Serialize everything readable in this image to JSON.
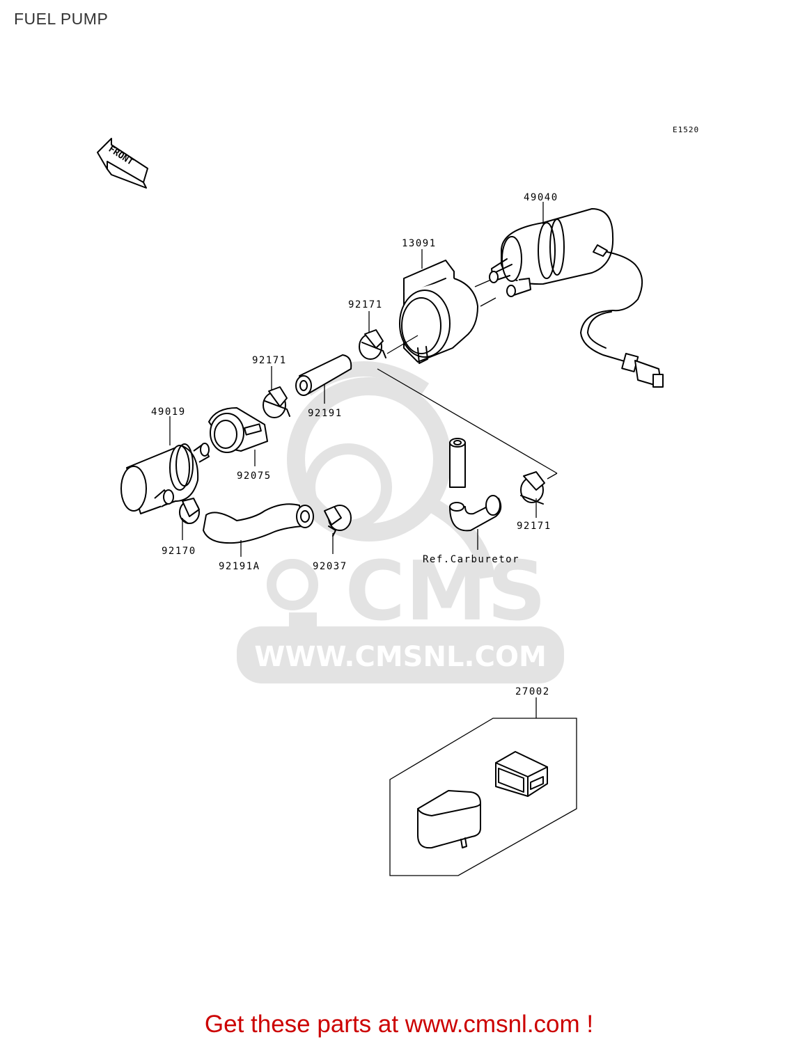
{
  "page_title": "FUEL PUMP",
  "diagram_code": "E1520",
  "front_arrow_label": "FRONT",
  "parts": {
    "fuel_pump": "49040",
    "bracket": "13091",
    "clamp_upper": "92171",
    "clamp_middle": "92171",
    "clamp_right": "92171",
    "hose": "92191",
    "fuel_filter": "49019",
    "filter_bracket": "92075",
    "clamp_lower_left": "92170",
    "hose_a": "92191A",
    "clamp_lower": "92037",
    "connector_kit": "27002"
  },
  "ref_label": "Ref.Carburetor",
  "watermark": {
    "brand": "CMS",
    "url": "WWW.CMSNL.COM"
  },
  "cta_text": "Get these parts at www.cmsnl.com !"
}
